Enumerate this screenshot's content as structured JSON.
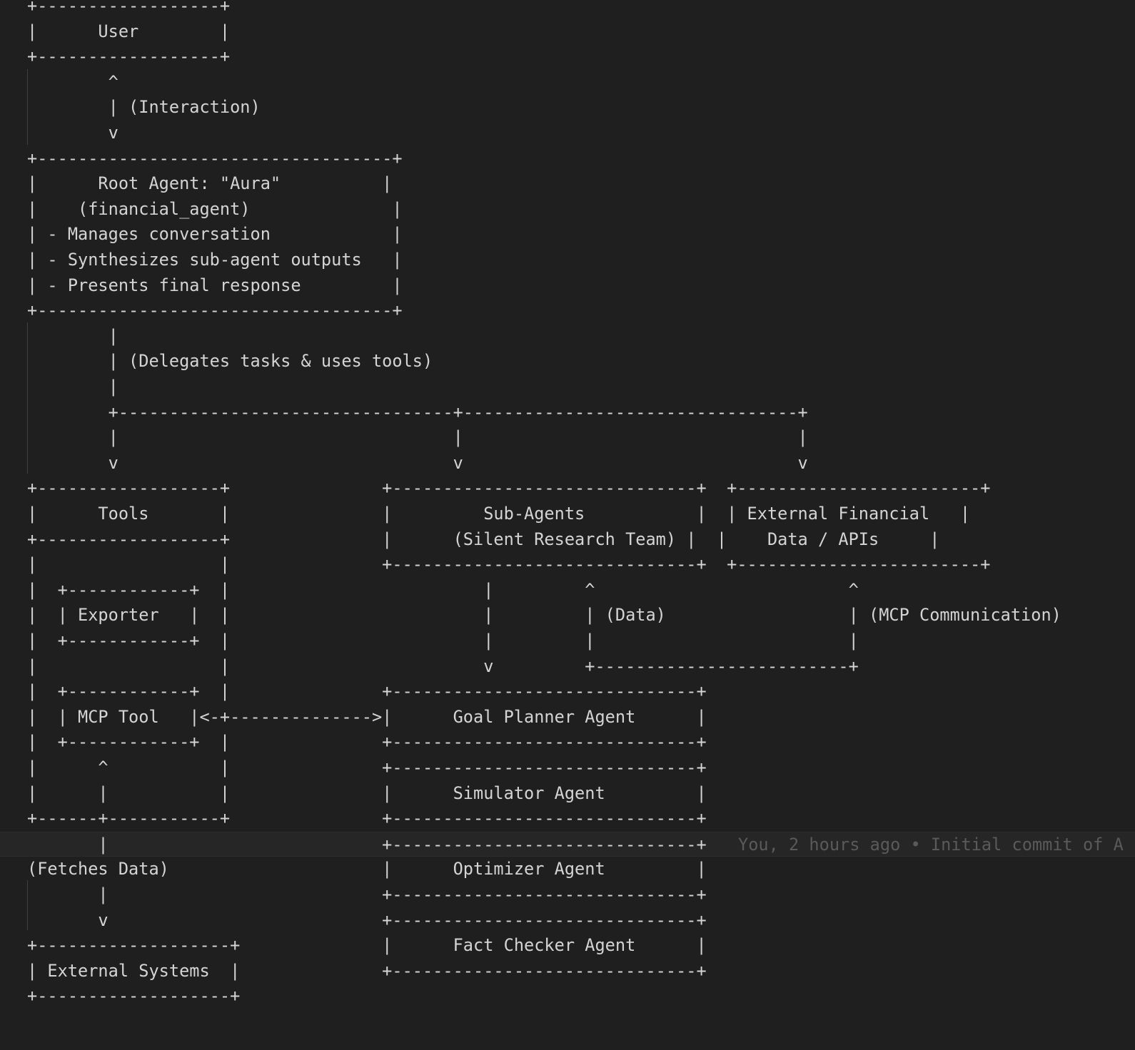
{
  "editor": {
    "lines": [
      "+------------------+",
      "|      User        |",
      "+------------------+",
      "        ^",
      "        | (Interaction)",
      "        v",
      "+-----------------------------------+",
      "|      Root Agent: \"Aura\"          |",
      "|    (financial_agent)              |",
      "| - Manages conversation            |",
      "| - Synthesizes sub-agent outputs   |",
      "| - Presents final response         |",
      "+-----------------------------------+",
      "        |",
      "        | (Delegates tasks & uses tools)",
      "        |",
      "        +---------------------------------+---------------------------------+",
      "        |                                 |                                 |",
      "        v                                 v                                 v",
      "+------------------+               +------------------------------+  +------------------------+",
      "|      Tools       |               |         Sub-Agents           |  | External Financial   |",
      "+------------------+               |      (Silent Research Team) |  |    Data / APIs     |",
      "|                  |               +------------------------------+  +------------------------+",
      "|  +------------+  |                         |         ^                         ^",
      "|  | Exporter   |  |                         |         | (Data)                  | (MCP Communication)",
      "|  +------------+  |                         |         |                         |",
      "|                  |                         v         +-------------------------+",
      "|  +------------+  |               +------------------------------+",
      "|  | MCP Tool   |<-+-------------->|      Goal Planner Agent      |",
      "|  +------------+  |               +------------------------------+",
      "|      ^           |               +------------------------------+",
      "|      |           |               |      Simulator Agent         |",
      "+------+-----------+               +------------------------------+",
      "       |                           +------------------------------+",
      "(Fetches Data)                     |      Optimizer Agent         |",
      "       |                           +------------------------------+",
      "       v                           +------------------------------+",
      "+-------------------+              |      Fact Checker Agent      |",
      "| External Systems  |              +------------------------------+",
      "+-------------------+"
    ],
    "current_line_index": 33,
    "blame_annotation": "You, 2 hours ago • Initial commit of A"
  },
  "colors": {
    "background": "#1f1f1f",
    "text": "#d4d4d4",
    "blame": "#5a5a5a",
    "current_line": "#262626"
  }
}
